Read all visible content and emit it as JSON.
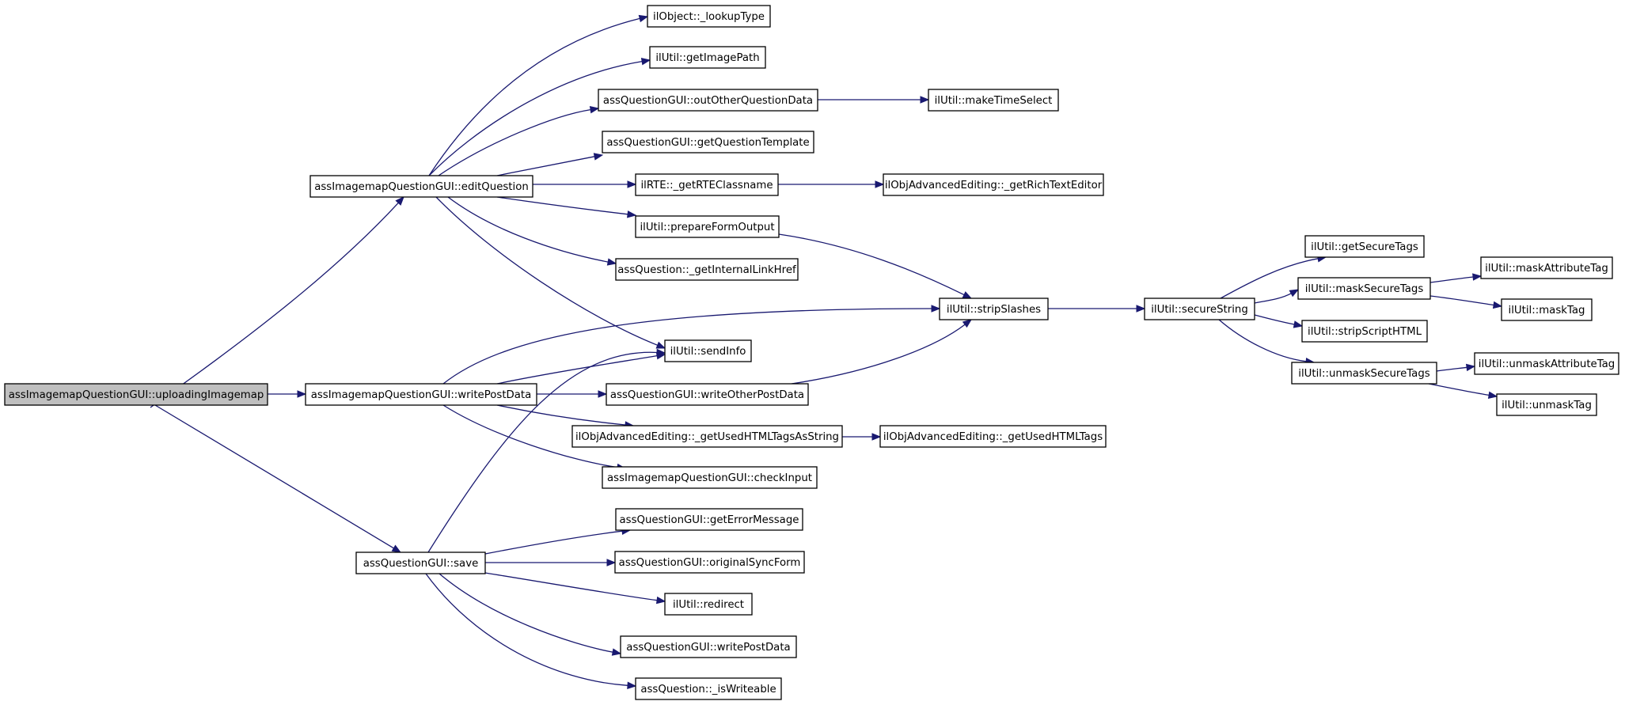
{
  "graph": {
    "edge_color": "#191970",
    "root_fill": "#bfbfbf",
    "node_fill": "#ffffff",
    "nodes": {
      "uploading": "assImagemapQuestionGUI::uploadingImagemap",
      "editQuestion": "assImagemapQuestionGUI::editQuestion",
      "writePostData": "assImagemapQuestionGUI::writePostData",
      "save": "assQuestionGUI::save",
      "lookupType": "ilObject::_lookupType",
      "getImagePath": "ilUtil::getImagePath",
      "outOther": "assQuestionGUI::outOtherQuestionData",
      "getTemplate": "assQuestionGUI::getQuestionTemplate",
      "getRTE": "ilRTE::_getRTEClassname",
      "prepareForm": "ilUtil::prepareFormOutput",
      "internalLink": "assQuestion::_getInternalLinkHref",
      "sendInfo": "ilUtil::sendInfo",
      "writeOther": "assQuestionGUI::writeOtherPostData",
      "usedTagsString": "ilObjAdvancedEditing::_getUsedHTMLTagsAsString",
      "checkInput": "assImagemapQuestionGUI::checkInput",
      "getError": "assQuestionGUI::getErrorMessage",
      "origSync": "assQuestionGUI::originalSyncForm",
      "redirect": "ilUtil::redirect",
      "qWritePost": "assQuestionGUI::writePostData",
      "isWriteable": "assQuestion::_isWriteable",
      "makeTime": "ilUtil::makeTimeSelect",
      "richEditor": "ilObjAdvancedEditing::_getRichTextEditor",
      "stripSlashes": "ilUtil::stripSlashes",
      "usedTags": "ilObjAdvancedEditing::_getUsedHTMLTags",
      "secureString": "ilUtil::secureString",
      "getSecure": "ilUtil::getSecureTags",
      "maskSecure": "ilUtil::maskSecureTags",
      "stripScript": "ilUtil::stripScriptHTML",
      "unmaskSecure": "ilUtil::unmaskSecureTags",
      "maskAttr": "ilUtil::maskAttributeTag",
      "maskTag": "ilUtil::maskTag",
      "unmaskAttr": "ilUtil::unmaskAttributeTag",
      "unmaskTag": "ilUtil::unmaskTag"
    },
    "edges": [
      [
        "uploading",
        "editQuestion"
      ],
      [
        "uploading",
        "writePostData"
      ],
      [
        "uploading",
        "save"
      ],
      [
        "editQuestion",
        "lookupType"
      ],
      [
        "editQuestion",
        "getImagePath"
      ],
      [
        "editQuestion",
        "outOther"
      ],
      [
        "editQuestion",
        "getTemplate"
      ],
      [
        "editQuestion",
        "getRTE"
      ],
      [
        "editQuestion",
        "prepareForm"
      ],
      [
        "editQuestion",
        "internalLink"
      ],
      [
        "editQuestion",
        "sendInfo"
      ],
      [
        "outOther",
        "makeTime"
      ],
      [
        "getRTE",
        "richEditor"
      ],
      [
        "prepareForm",
        "stripSlashes"
      ],
      [
        "writePostData",
        "stripSlashes"
      ],
      [
        "writePostData",
        "sendInfo"
      ],
      [
        "writePostData",
        "writeOther"
      ],
      [
        "writePostData",
        "usedTagsString"
      ],
      [
        "writePostData",
        "checkInput"
      ],
      [
        "writeOther",
        "stripSlashes"
      ],
      [
        "usedTagsString",
        "usedTags"
      ],
      [
        "save",
        "sendInfo"
      ],
      [
        "save",
        "getError"
      ],
      [
        "save",
        "origSync"
      ],
      [
        "save",
        "redirect"
      ],
      [
        "save",
        "qWritePost"
      ],
      [
        "save",
        "isWriteable"
      ],
      [
        "stripSlashes",
        "secureString"
      ],
      [
        "secureString",
        "getSecure"
      ],
      [
        "secureString",
        "maskSecure"
      ],
      [
        "secureString",
        "stripScript"
      ],
      [
        "secureString",
        "unmaskSecure"
      ],
      [
        "maskSecure",
        "maskAttr"
      ],
      [
        "maskSecure",
        "maskTag"
      ],
      [
        "unmaskSecure",
        "unmaskAttr"
      ],
      [
        "unmaskSecure",
        "unmaskTag"
      ]
    ]
  }
}
